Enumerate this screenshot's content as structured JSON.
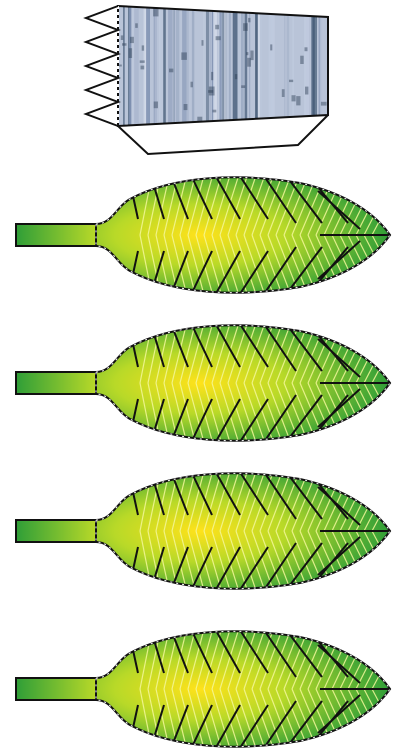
{
  "figure": {
    "background": "#ffffff",
    "stroke_color": "#111111",
    "top_item": {
      "name": "bark-box",
      "texture_colors": [
        "#9aa9c2",
        "#c3cde0",
        "#7d8fb0",
        "#3f5672",
        "#d8dfec"
      ],
      "notch_count": 5
    },
    "leaves": {
      "count": 4,
      "gradient": {
        "center": "#ffe21a",
        "mid": "#b8d928",
        "edge": "#2f9e38"
      },
      "vein_color": "#f4f79a",
      "midrib_color": "#b8d928"
    }
  }
}
